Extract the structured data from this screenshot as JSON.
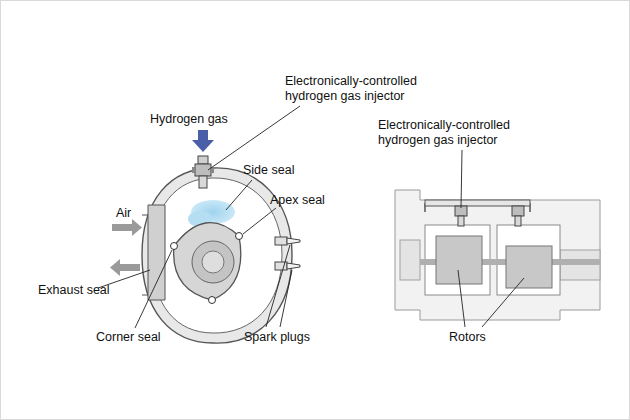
{
  "diagram": {
    "labels": [
      "Electronically-controlled hydrogen gas injector",
      "Hydrogen gas",
      "Side seal",
      "Apex seal",
      "Air",
      "Exhaust seal",
      "Corner seal",
      "Spark plugs",
      "Electronically-controlled hydrogen gas injector",
      "Rotors"
    ]
  }
}
